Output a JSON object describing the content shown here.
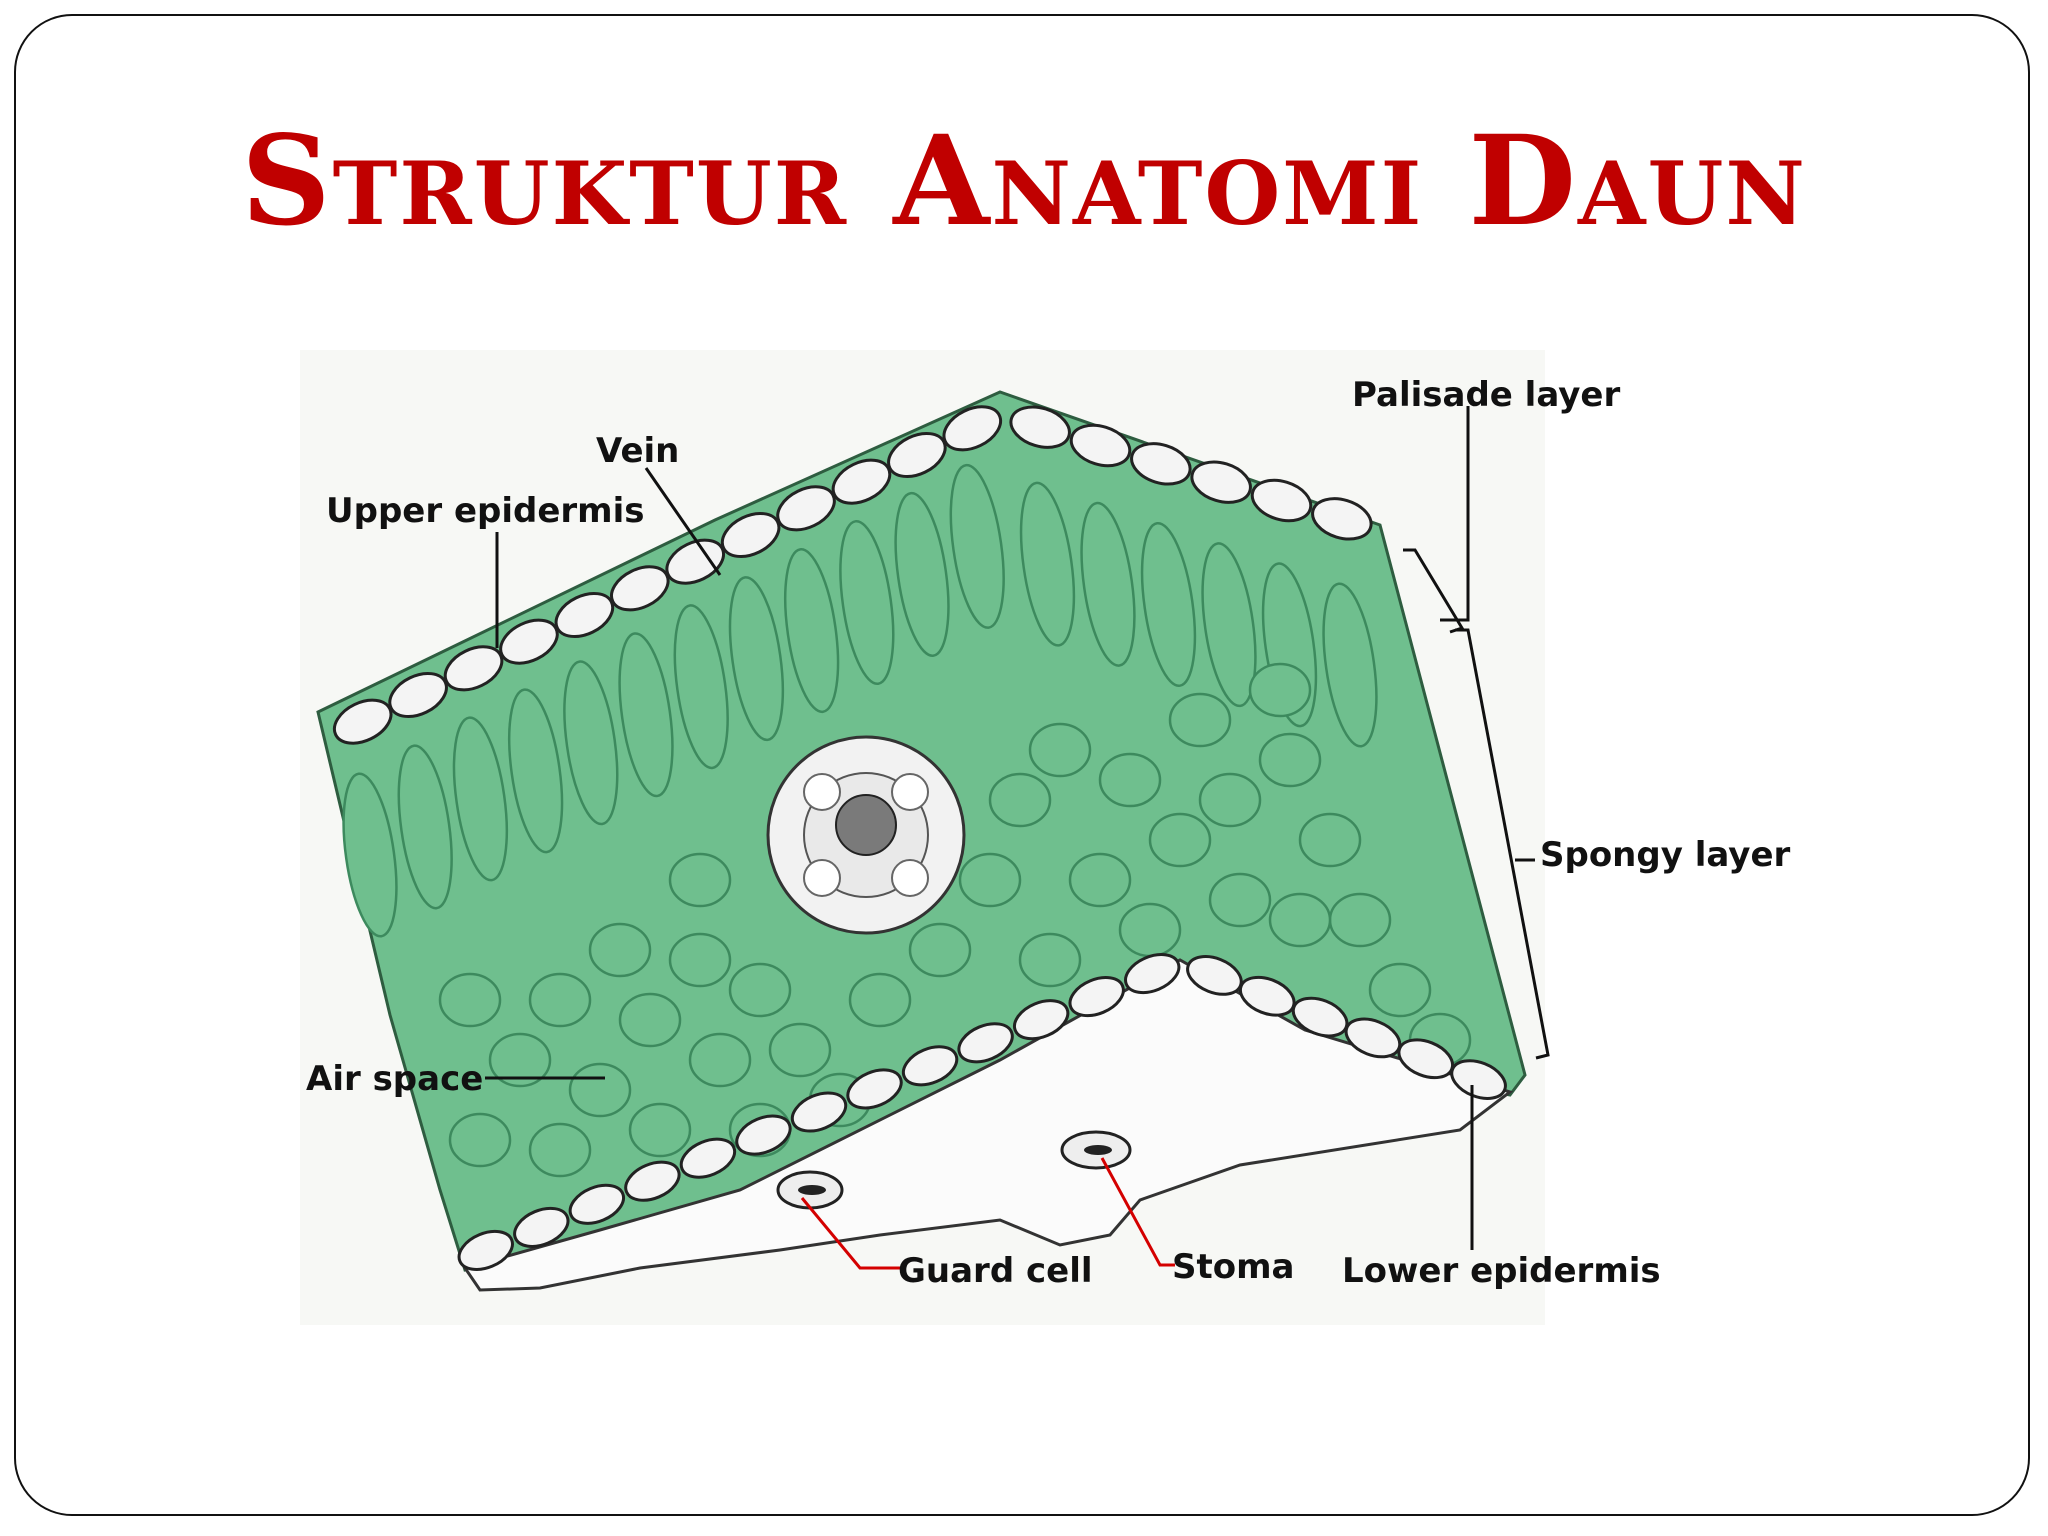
{
  "slide": {
    "title": "Struktur Anatomi Daun",
    "title_color": "#c00000"
  },
  "diagram": {
    "labels": {
      "vein": "Vein",
      "upper_epidermis": "Upper epidermis",
      "palisade_layer": "Palisade layer",
      "spongy_layer": "Spongy layer",
      "air_space": "Air space",
      "guard_cell": "Guard cell",
      "stoma": "Stoma",
      "lower_epidermis": "Lower epidermis"
    },
    "colors": {
      "cell_green": "#6fbf8e",
      "cell_green_dark": "#3d8a5e",
      "epidermis_fill": "#f4f4f4",
      "pointer_red": "#d40000",
      "pointer_black": "#111111"
    }
  }
}
